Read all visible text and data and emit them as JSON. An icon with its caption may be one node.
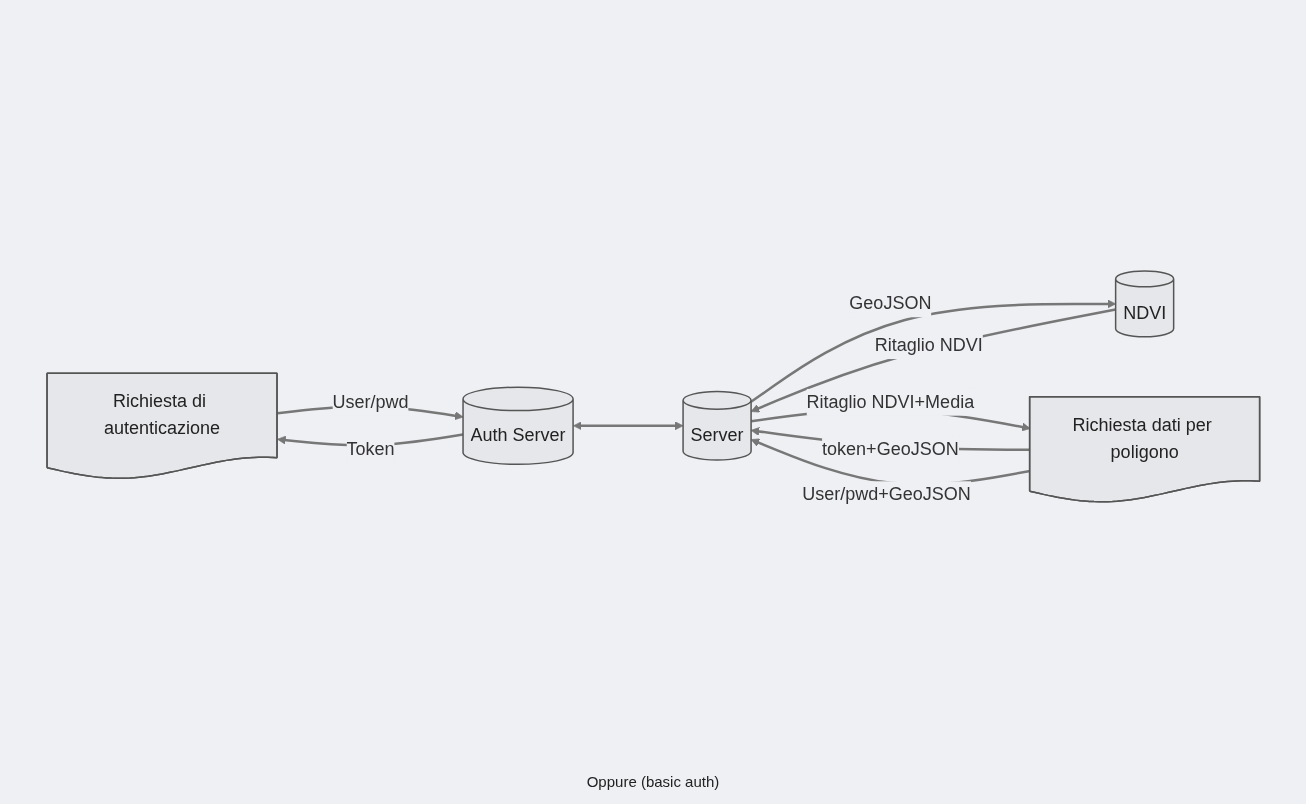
{
  "diagram": {
    "nodes": [
      {
        "text": [
          "Richiesta di autenticazione"
        ]
      },
      {
        "text": [
          "Auth Server"
        ]
      },
      {
        "text": [
          "Richiesta dati per poligono"
        ]
      },
      {
        "text": [
          "Server"
        ]
      },
      {
        "text": [
          "NDVI"
        ]
      }
    ],
    "edges": [
      {
        "from": 0,
        "to": 1,
        "arrow": "to",
        "label": "User/pwd"
      },
      {
        "from": 1,
        "to": 0,
        "arrow": "to",
        "label": "Token"
      },
      {
        "from": 1,
        "to": 3,
        "arrow": "both"
      },
      {
        "from": 2,
        "to": 3,
        "arrow": "to",
        "label": "token+GeoJSON"
      },
      {
        "from": 2,
        "to": 3,
        "arrow": "to",
        "label": "User/pwd+GeoJSON"
      },
      {
        "from": 3,
        "to": 4,
        "arrow": "to",
        "label": "GeoJSON"
      },
      {
        "from": 4,
        "to": 3,
        "arrow": "to",
        "label": "Ritaglio NDVI"
      },
      {
        "from": 3,
        "to": 2,
        "arrow": "to",
        "label": "Ritaglio NDVI+Media"
      }
    ],
    "labels": [
      "Oppure (basic auth)"
    ]
  }
}
